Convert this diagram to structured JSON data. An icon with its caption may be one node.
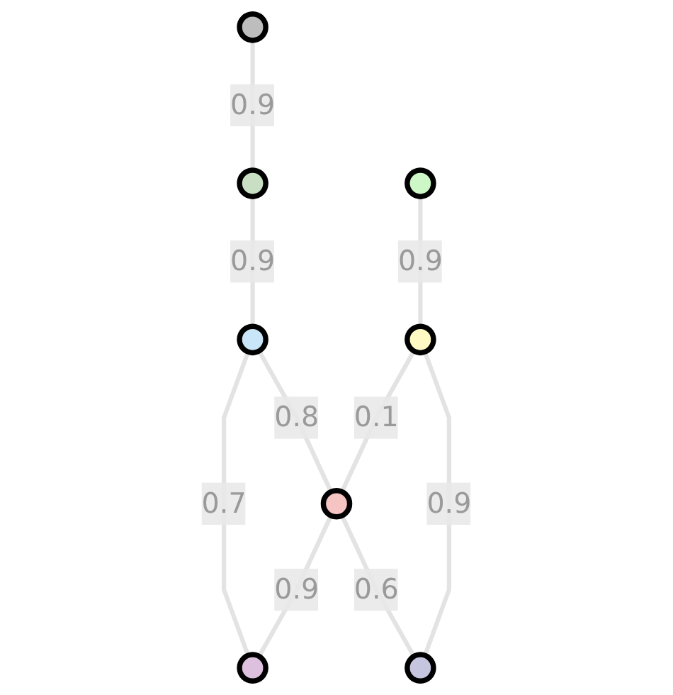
{
  "diagram": {
    "nodes": [
      {
        "text": [],
        "shape": "circle"
      },
      {
        "text": [],
        "shape": "circle"
      },
      {
        "text": [],
        "shape": "circle"
      },
      {
        "text": [],
        "shape": "circle"
      },
      {
        "text": [],
        "shape": "circle"
      },
      {
        "text": [],
        "shape": "circle"
      },
      {
        "text": [],
        "shape": "circle"
      },
      {
        "text": [],
        "shape": "circle"
      }
    ],
    "edges": [
      {
        "from": 0,
        "to": 1,
        "arrow": "none",
        "label": "0.9"
      },
      {
        "from": 1,
        "to": 2,
        "arrow": "none",
        "label": "0.9"
      },
      {
        "from": 2,
        "to": 4,
        "arrow": "none",
        "label": "0.7"
      },
      {
        "from": 2,
        "to": 6,
        "arrow": "none",
        "label": "0.8"
      },
      {
        "from": 3,
        "to": 5,
        "arrow": "none",
        "label": "0.9"
      },
      {
        "from": 5,
        "to": 6,
        "arrow": "none",
        "label": "0.1"
      },
      {
        "from": 6,
        "to": 4,
        "arrow": "none",
        "label": "0.9"
      },
      {
        "from": 5,
        "to": 7,
        "arrow": "none",
        "label": "0.9"
      },
      {
        "from": 6,
        "to": 7,
        "arrow": "none",
        "label": "0.6"
      }
    ]
  }
}
